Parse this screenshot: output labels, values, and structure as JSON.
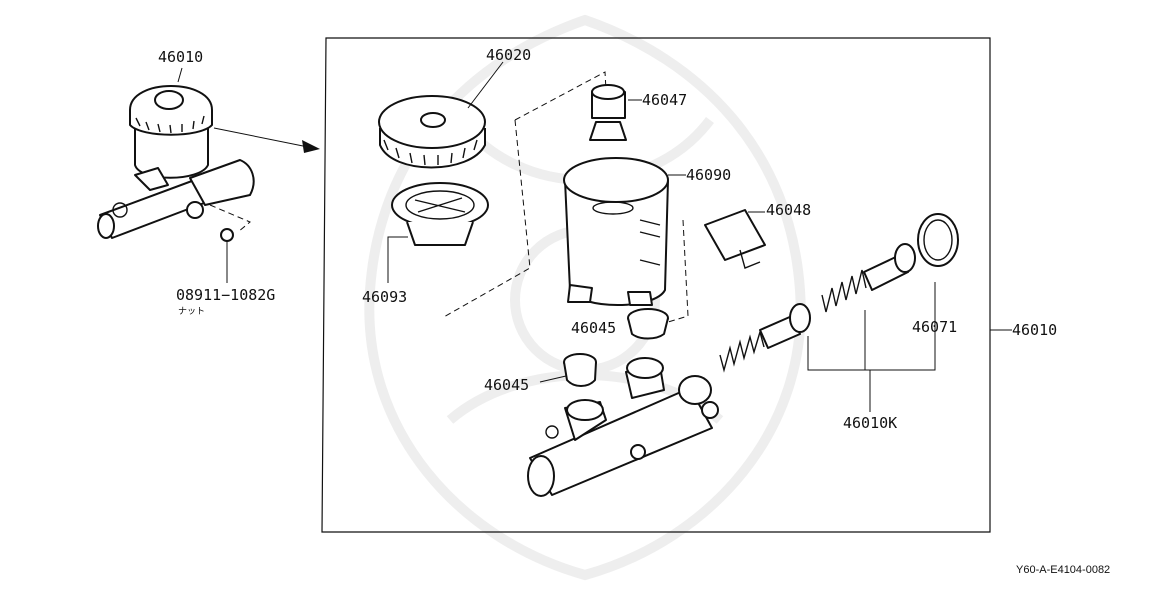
{
  "labels": {
    "assembly_overview": "46010",
    "assembly_right": "46010",
    "cap": "46020",
    "strainer": "46093",
    "reservoir_plug": "46047",
    "reservoir": "46090",
    "connector": "46048",
    "grommet_upper": "46045",
    "grommet_lower": "46045",
    "boot": "46071",
    "piston_kit": "46010K",
    "nut_part_number": "08911−1082G",
    "nut_japanese_caption": "ナット"
  },
  "reference_code": "Y60-A-E4104-0082"
}
